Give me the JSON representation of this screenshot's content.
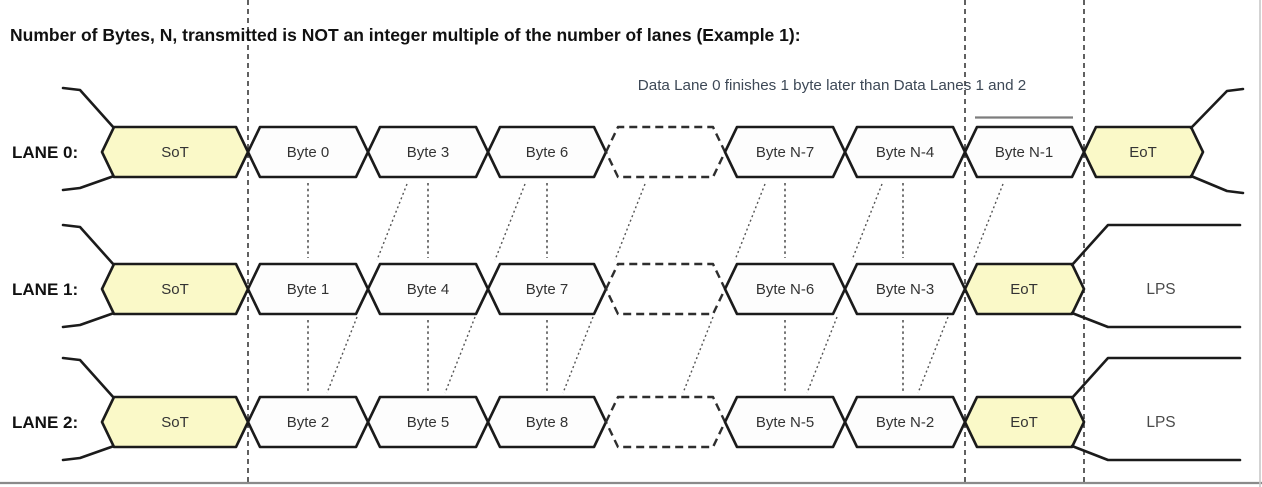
{
  "title": "Number of Bytes, N, transmitted is NOT an integer multiple of the number of lanes (Example 1):",
  "annotation": "Data Lane 0 finishes 1 byte later than Data Lanes 1 and 2",
  "lanes": [
    {
      "label": "LANE 0:",
      "sot": "SoT",
      "bytes": [
        "Byte 0",
        "Byte 3",
        "Byte 6"
      ],
      "bytes_end": [
        "Byte N-7",
        "Byte N-4",
        "Byte N-1"
      ],
      "eot": "EoT",
      "lps": ""
    },
    {
      "label": "LANE 1:",
      "sot": "SoT",
      "bytes": [
        "Byte 1",
        "Byte 4",
        "Byte 7"
      ],
      "bytes_end": [
        "Byte N-6",
        "Byte N-3"
      ],
      "eot": "EoT",
      "lps": "LPS"
    },
    {
      "label": "LANE 2:",
      "sot": "SoT",
      "bytes": [
        "Byte 2",
        "Byte 5",
        "Byte 8"
      ],
      "bytes_end": [
        "Byte N-5",
        "Byte N-2"
      ],
      "eot": "EoT",
      "lps": "LPS"
    }
  ],
  "colors": {
    "highlight_cell_fill": "#FAF9C8",
    "byte_cell_fill": "#FDFDFD",
    "cell_border": "#1B1B1B",
    "connector": "#555555",
    "frame_line": "#8A8A8A"
  }
}
